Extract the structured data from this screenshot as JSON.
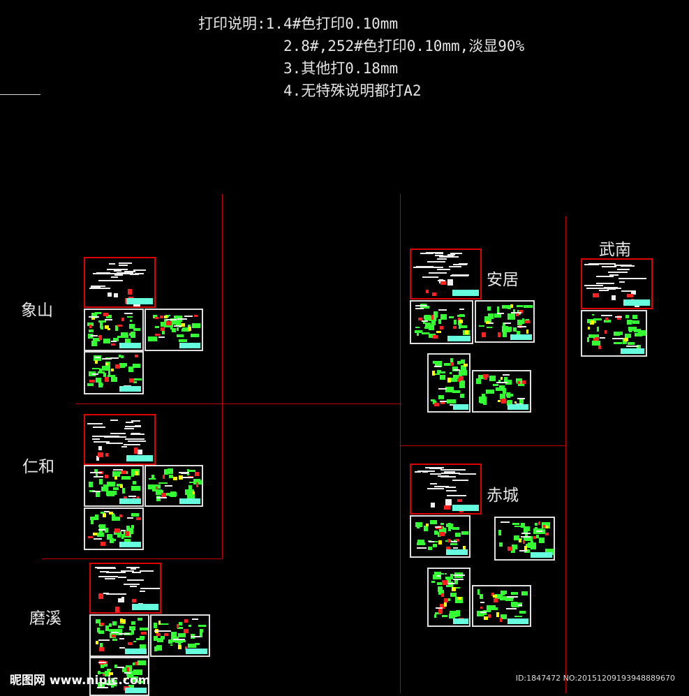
{
  "print_notes": {
    "title": "打印说明:",
    "items": [
      "1.4#色打印0.10mm",
      "2.8#,252#色打印0.10mm,淡显90%",
      "3.其他打0.18mm",
      "4.无特殊说明都打A2"
    ]
  },
  "groups": [
    {
      "name": "象山"
    },
    {
      "name": "仁和"
    },
    {
      "name": "磨溪"
    },
    {
      "name": "安居"
    },
    {
      "name": "赤城"
    },
    {
      "name": "武南"
    }
  ],
  "watermark": {
    "site": "昵图网 www.nipic.com",
    "id": "ID:1847472 NO:20151209193948889670"
  },
  "colors": {
    "background": "#000000",
    "frame_line": "#c00000",
    "green": "#33ff33",
    "cyan": "#66ffdd",
    "yellow": "#ffff00",
    "red": "#ff2020"
  }
}
